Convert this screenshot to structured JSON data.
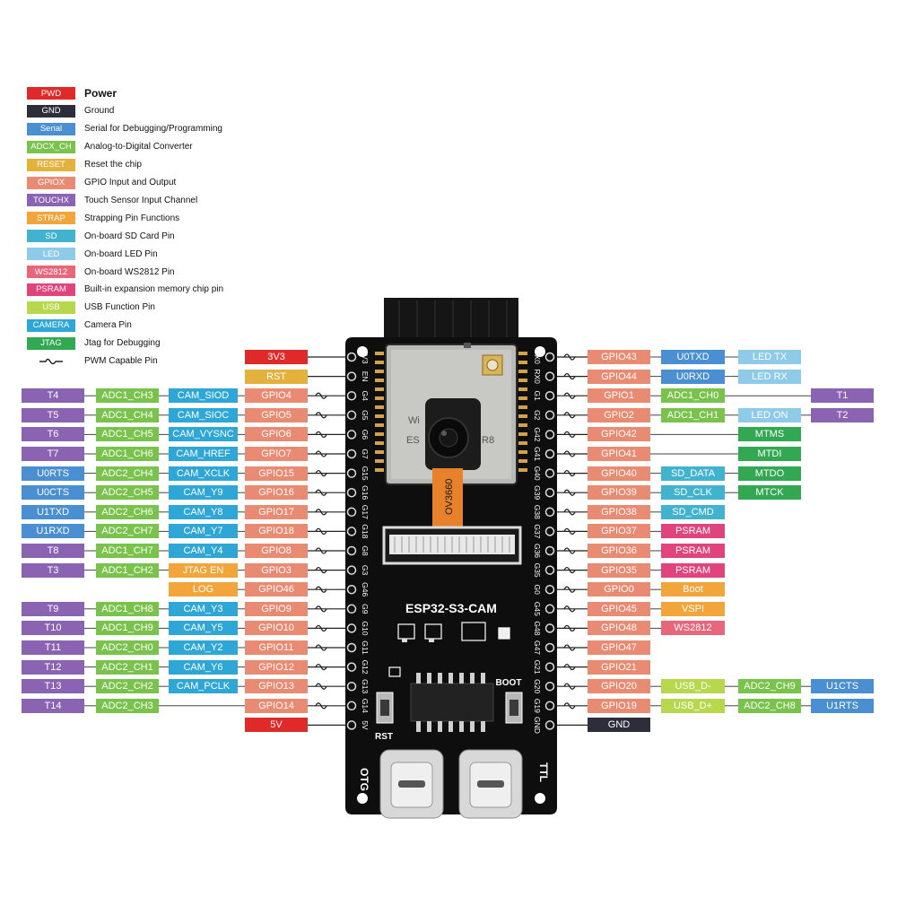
{
  "colors": {
    "power": "#e02a2a",
    "ground": "#2e2e3a",
    "serial": "#4a8fd1",
    "adc": "#79c24b",
    "reset": "#e3b23c",
    "gpio": "#e98a72",
    "touch": "#8a63b3",
    "strap": "#f2a53a",
    "sd": "#41b3cf",
    "led": "#8fcbe8",
    "ws2812": "#e8667c",
    "psram": "#e0447a",
    "usb": "#b7d84c",
    "camera": "#2ea6d6",
    "jtag": "#33a852"
  },
  "legend": [
    {
      "tag": "PWD",
      "desc": "Power",
      "color": "power"
    },
    {
      "tag": "GND",
      "desc": "Ground",
      "color": "ground"
    },
    {
      "tag": "Serial",
      "desc": "Serial for Debugging/Programming",
      "color": "serial"
    },
    {
      "tag": "ADCX_CH",
      "desc": "Analog-to-Digital Converter",
      "color": "adc"
    },
    {
      "tag": "RESET",
      "desc": "Reset the chip",
      "color": "reset"
    },
    {
      "tag": "GPIOX",
      "desc": "GPIO Input and Output",
      "color": "gpio"
    },
    {
      "tag": "TOUCHX",
      "desc": "Touch Sensor Input Channel",
      "color": "touch"
    },
    {
      "tag": "STRAP",
      "desc": "Strapping Pin Functions",
      "color": "strap"
    },
    {
      "tag": "SD",
      "desc": "On-board SD Card Pin",
      "color": "sd"
    },
    {
      "tag": "LED",
      "desc": "On-board LED Pin",
      "color": "led"
    },
    {
      "tag": "WS2812",
      "desc": "On-board WS2812 Pin",
      "color": "ws2812"
    },
    {
      "tag": "PSRAM",
      "desc": "Built-in expansion memory chip pin",
      "color": "psram"
    },
    {
      "tag": "USB",
      "desc": "USB Function Pin",
      "color": "usb"
    },
    {
      "tag": "CAMERA",
      "desc": "Camera Pin",
      "color": "camera"
    },
    {
      "tag": "JTAG",
      "desc": "Jtag for Debugging",
      "color": "jtag"
    },
    {
      "tag": "",
      "desc": "PWM Capable Pin",
      "color": "wave"
    }
  ],
  "left_pins": [
    {
      "header": "3V3",
      "pwm": false,
      "labels": [
        {
          "t": "3V3",
          "c": "power",
          "col": 4
        }
      ]
    },
    {
      "header": "EN",
      "pwm": false,
      "labels": [
        {
          "t": "RST",
          "c": "reset",
          "col": 4
        }
      ]
    },
    {
      "header": "G4",
      "pwm": true,
      "labels": [
        {
          "t": "T4",
          "c": "touch",
          "col": 1
        },
        {
          "t": "ADC1_CH3",
          "c": "adc",
          "col": 2
        },
        {
          "t": "CAM_SIOD",
          "c": "camera",
          "col": 3
        },
        {
          "t": "GPIO4",
          "c": "gpio",
          "col": 4
        }
      ]
    },
    {
      "header": "G5",
      "pwm": true,
      "labels": [
        {
          "t": "T5",
          "c": "touch",
          "col": 1
        },
        {
          "t": "ADC1_CH4",
          "c": "adc",
          "col": 2
        },
        {
          "t": "CAM_SIOC",
          "c": "camera",
          "col": 3
        },
        {
          "t": "GPIO5",
          "c": "gpio",
          "col": 4
        }
      ]
    },
    {
      "header": "G6",
      "pwm": true,
      "labels": [
        {
          "t": "T6",
          "c": "touch",
          "col": 1
        },
        {
          "t": "ADC1_CH5",
          "c": "adc",
          "col": 2
        },
        {
          "t": "CAM_VYSNC",
          "c": "camera",
          "col": 3
        },
        {
          "t": "GPIO6",
          "c": "gpio",
          "col": 4
        }
      ]
    },
    {
      "header": "G7",
      "pwm": true,
      "labels": [
        {
          "t": "T7",
          "c": "touch",
          "col": 1
        },
        {
          "t": "ADC1_CH6",
          "c": "adc",
          "col": 2
        },
        {
          "t": "CAM_HREF",
          "c": "camera",
          "col": 3
        },
        {
          "t": "GPIO7",
          "c": "gpio",
          "col": 4
        }
      ]
    },
    {
      "header": "G15",
      "pwm": true,
      "labels": [
        {
          "t": "U0RTS",
          "c": "serial",
          "col": 1
        },
        {
          "t": "ADC2_CH4",
          "c": "adc",
          "col": 2
        },
        {
          "t": "CAM_XCLK",
          "c": "camera",
          "col": 3
        },
        {
          "t": "GPIO15",
          "c": "gpio",
          "col": 4
        }
      ]
    },
    {
      "header": "G16",
      "pwm": true,
      "labels": [
        {
          "t": "U0CTS",
          "c": "serial",
          "col": 1
        },
        {
          "t": "ADC2_CH5",
          "c": "adc",
          "col": 2
        },
        {
          "t": "CAM_Y9",
          "c": "camera",
          "col": 3
        },
        {
          "t": "GPIO16",
          "c": "gpio",
          "col": 4
        }
      ]
    },
    {
      "header": "G17",
      "pwm": true,
      "labels": [
        {
          "t": "U1TXD",
          "c": "serial",
          "col": 1
        },
        {
          "t": "ADC2_CH6",
          "c": "adc",
          "col": 2
        },
        {
          "t": "CAM_Y8",
          "c": "camera",
          "col": 3
        },
        {
          "t": "GPIO17",
          "c": "gpio",
          "col": 4
        }
      ]
    },
    {
      "header": "G18",
      "pwm": true,
      "labels": [
        {
          "t": "U1RXD",
          "c": "serial",
          "col": 1
        },
        {
          "t": "ADC2_CH7",
          "c": "adc",
          "col": 2
        },
        {
          "t": "CAM_Y7",
          "c": "camera",
          "col": 3
        },
        {
          "t": "GPIO18",
          "c": "gpio",
          "col": 4
        }
      ]
    },
    {
      "header": "G8",
      "pwm": true,
      "labels": [
        {
          "t": "T8",
          "c": "touch",
          "col": 1
        },
        {
          "t": "ADC1_CH7",
          "c": "adc",
          "col": 2
        },
        {
          "t": "CAM_Y4",
          "c": "camera",
          "col": 3
        },
        {
          "t": "GPIO8",
          "c": "gpio",
          "col": 4
        }
      ]
    },
    {
      "header": "G3",
      "pwm": true,
      "labels": [
        {
          "t": "T3",
          "c": "touch",
          "col": 1
        },
        {
          "t": "ADC1_CH2",
          "c": "adc",
          "col": 2
        },
        {
          "t": "JTAG EN",
          "c": "strap",
          "col": 3
        },
        {
          "t": "GPIO3",
          "c": "gpio",
          "col": 4
        }
      ]
    },
    {
      "header": "G46",
      "pwm": true,
      "labels": [
        {
          "t": "LOG",
          "c": "strap",
          "col": 3
        },
        {
          "t": "GPIO46",
          "c": "gpio",
          "col": 4
        }
      ]
    },
    {
      "header": "G9",
      "pwm": true,
      "labels": [
        {
          "t": "T9",
          "c": "touch",
          "col": 1
        },
        {
          "t": "ADC1_CH8",
          "c": "adc",
          "col": 2
        },
        {
          "t": "CAM_Y3",
          "c": "camera",
          "col": 3
        },
        {
          "t": "GPIO9",
          "c": "gpio",
          "col": 4
        }
      ]
    },
    {
      "header": "G10",
      "pwm": true,
      "labels": [
        {
          "t": "T10",
          "c": "touch",
          "col": 1
        },
        {
          "t": "ADC1_CH9",
          "c": "adc",
          "col": 2
        },
        {
          "t": "CAM_Y5",
          "c": "camera",
          "col": 3
        },
        {
          "t": "GPIO10",
          "c": "gpio",
          "col": 4
        }
      ]
    },
    {
      "header": "G11",
      "pwm": true,
      "labels": [
        {
          "t": "T11",
          "c": "touch",
          "col": 1
        },
        {
          "t": "ADC2_CH0",
          "c": "adc",
          "col": 2
        },
        {
          "t": "CAM_Y2",
          "c": "camera",
          "col": 3
        },
        {
          "t": "GPIO11",
          "c": "gpio",
          "col": 4
        }
      ]
    },
    {
      "header": "G12",
      "pwm": true,
      "labels": [
        {
          "t": "T12",
          "c": "touch",
          "col": 1
        },
        {
          "t": "ADC2_CH1",
          "c": "adc",
          "col": 2
        },
        {
          "t": "CAM_Y6",
          "c": "camera",
          "col": 3
        },
        {
          "t": "GPIO12",
          "c": "gpio",
          "col": 4
        }
      ]
    },
    {
      "header": "G13",
      "pwm": true,
      "labels": [
        {
          "t": "T13",
          "c": "touch",
          "col": 1
        },
        {
          "t": "ADC2_CH2",
          "c": "adc",
          "col": 2
        },
        {
          "t": "CAM_PCLK",
          "c": "camera",
          "col": 3
        },
        {
          "t": "GPIO13",
          "c": "gpio",
          "col": 4
        }
      ]
    },
    {
      "header": "G14",
      "pwm": true,
      "labels": [
        {
          "t": "T14",
          "c": "touch",
          "col": 1
        },
        {
          "t": "ADC2_CH3",
          "c": "adc",
          "col": 2
        },
        {
          "t": "GPIO14",
          "c": "gpio",
          "col": 4
        }
      ]
    },
    {
      "header": "5V",
      "pwm": false,
      "labels": [
        {
          "t": "5V",
          "c": "power",
          "col": 4
        }
      ]
    }
  ],
  "right_pins": [
    {
      "header": "TX0",
      "pwm": true,
      "labels": [
        {
          "t": "GPIO43",
          "c": "gpio",
          "col": 1
        },
        {
          "t": "U0TXD",
          "c": "serial",
          "col": 2
        },
        {
          "t": "LED TX",
          "c": "led",
          "col": 3
        }
      ]
    },
    {
      "header": "RX0",
      "pwm": true,
      "labels": [
        {
          "t": "GPIO44",
          "c": "gpio",
          "col": 1
        },
        {
          "t": "U0RXD",
          "c": "serial",
          "col": 2
        },
        {
          "t": "LED RX",
          "c": "led",
          "col": 3
        }
      ]
    },
    {
      "header": "G1",
      "pwm": true,
      "labels": [
        {
          "t": "GPIO1",
          "c": "gpio",
          "col": 1
        },
        {
          "t": "ADC1_CH0",
          "c": "adc",
          "col": 2
        },
        {
          "t": "T1",
          "c": "touch",
          "col": 4
        }
      ]
    },
    {
      "header": "G2",
      "pwm": true,
      "labels": [
        {
          "t": "GPIO2",
          "c": "gpio",
          "col": 1
        },
        {
          "t": "ADC1_CH1",
          "c": "adc",
          "col": 2
        },
        {
          "t": "LED ON",
          "c": "led",
          "col": 3
        },
        {
          "t": "T2",
          "c": "touch",
          "col": 4
        }
      ]
    },
    {
      "header": "G42",
      "pwm": true,
      "labels": [
        {
          "t": "GPIO42",
          "c": "gpio",
          "col": 1
        },
        {
          "t": "MTMS",
          "c": "jtag",
          "col": 3
        }
      ]
    },
    {
      "header": "G41",
      "pwm": true,
      "labels": [
        {
          "t": "GPIO41",
          "c": "gpio",
          "col": 1
        },
        {
          "t": "MTDI",
          "c": "jtag",
          "col": 3
        }
      ]
    },
    {
      "header": "G40",
      "pwm": true,
      "labels": [
        {
          "t": "GPIO40",
          "c": "gpio",
          "col": 1
        },
        {
          "t": "SD_DATA",
          "c": "sd",
          "col": 2
        },
        {
          "t": "MTDO",
          "c": "jtag",
          "col": 3
        }
      ]
    },
    {
      "header": "G39",
      "pwm": true,
      "labels": [
        {
          "t": "GPIO39",
          "c": "gpio",
          "col": 1
        },
        {
          "t": "SD_CLK",
          "c": "sd",
          "col": 2
        },
        {
          "t": "MTCK",
          "c": "jtag",
          "col": 3
        }
      ]
    },
    {
      "header": "G38",
      "pwm": true,
      "labels": [
        {
          "t": "GPIO38",
          "c": "gpio",
          "col": 1
        },
        {
          "t": "SD_CMD",
          "c": "sd",
          "col": 2
        }
      ]
    },
    {
      "header": "G37",
      "pwm": true,
      "labels": [
        {
          "t": "GPIO37",
          "c": "gpio",
          "col": 1
        },
        {
          "t": "PSRAM",
          "c": "psram",
          "col": 2
        }
      ]
    },
    {
      "header": "G36",
      "pwm": true,
      "labels": [
        {
          "t": "GPIO36",
          "c": "gpio",
          "col": 1
        },
        {
          "t": "PSRAM",
          "c": "psram",
          "col": 2
        }
      ]
    },
    {
      "header": "G35",
      "pwm": true,
      "labels": [
        {
          "t": "GPIO35",
          "c": "gpio",
          "col": 1
        },
        {
          "t": "PSRAM",
          "c": "psram",
          "col": 2
        }
      ]
    },
    {
      "header": "G0",
      "pwm": true,
      "labels": [
        {
          "t": "GPIO0",
          "c": "gpio",
          "col": 1
        },
        {
          "t": "Boot",
          "c": "strap",
          "col": 2
        }
      ]
    },
    {
      "header": "G45",
      "pwm": true,
      "labels": [
        {
          "t": "GPIO45",
          "c": "gpio",
          "col": 1
        },
        {
          "t": "VSPI",
          "c": "strap",
          "col": 2
        }
      ]
    },
    {
      "header": "G48",
      "pwm": true,
      "labels": [
        {
          "t": "GPIO48",
          "c": "gpio",
          "col": 1
        },
        {
          "t": "WS2812",
          "c": "ws2812",
          "col": 2
        }
      ]
    },
    {
      "header": "G47",
      "pwm": true,
      "labels": [
        {
          "t": "GPIO47",
          "c": "gpio",
          "col": 1
        }
      ]
    },
    {
      "header": "G21",
      "pwm": true,
      "labels": [
        {
          "t": "GPIO21",
          "c": "gpio",
          "col": 1
        }
      ]
    },
    {
      "header": "G20",
      "pwm": true,
      "labels": [
        {
          "t": "GPIO20",
          "c": "gpio",
          "col": 1
        },
        {
          "t": "USB_D-",
          "c": "usb",
          "col": 2
        },
        {
          "t": "ADC2_CH9",
          "c": "adc",
          "col": 3
        },
        {
          "t": "U1CTS",
          "c": "serial",
          "col": 4
        }
      ]
    },
    {
      "header": "G19",
      "pwm": true,
      "labels": [
        {
          "t": "GPIO19",
          "c": "gpio",
          "col": 1
        },
        {
          "t": "USB_D+",
          "c": "usb",
          "col": 2
        },
        {
          "t": "ADC2_CH8",
          "c": "adc",
          "col": 3
        },
        {
          "t": "U1RTS",
          "c": "serial",
          "col": 4
        }
      ]
    },
    {
      "header": "GND",
      "pwm": false,
      "labels": [
        {
          "t": "GND",
          "c": "ground",
          "col": 1
        }
      ]
    }
  ],
  "board": {
    "name": "ESP32-S3-CAM",
    "camera": "OV3660",
    "module_partial_left": "Wi",
    "module_partial_mid": "ES",
    "module_partial_right": "R8",
    "rst_label": "RST",
    "boot_label": "BOOT",
    "usb_left": "OTG",
    "usb_right": "TTL"
  }
}
